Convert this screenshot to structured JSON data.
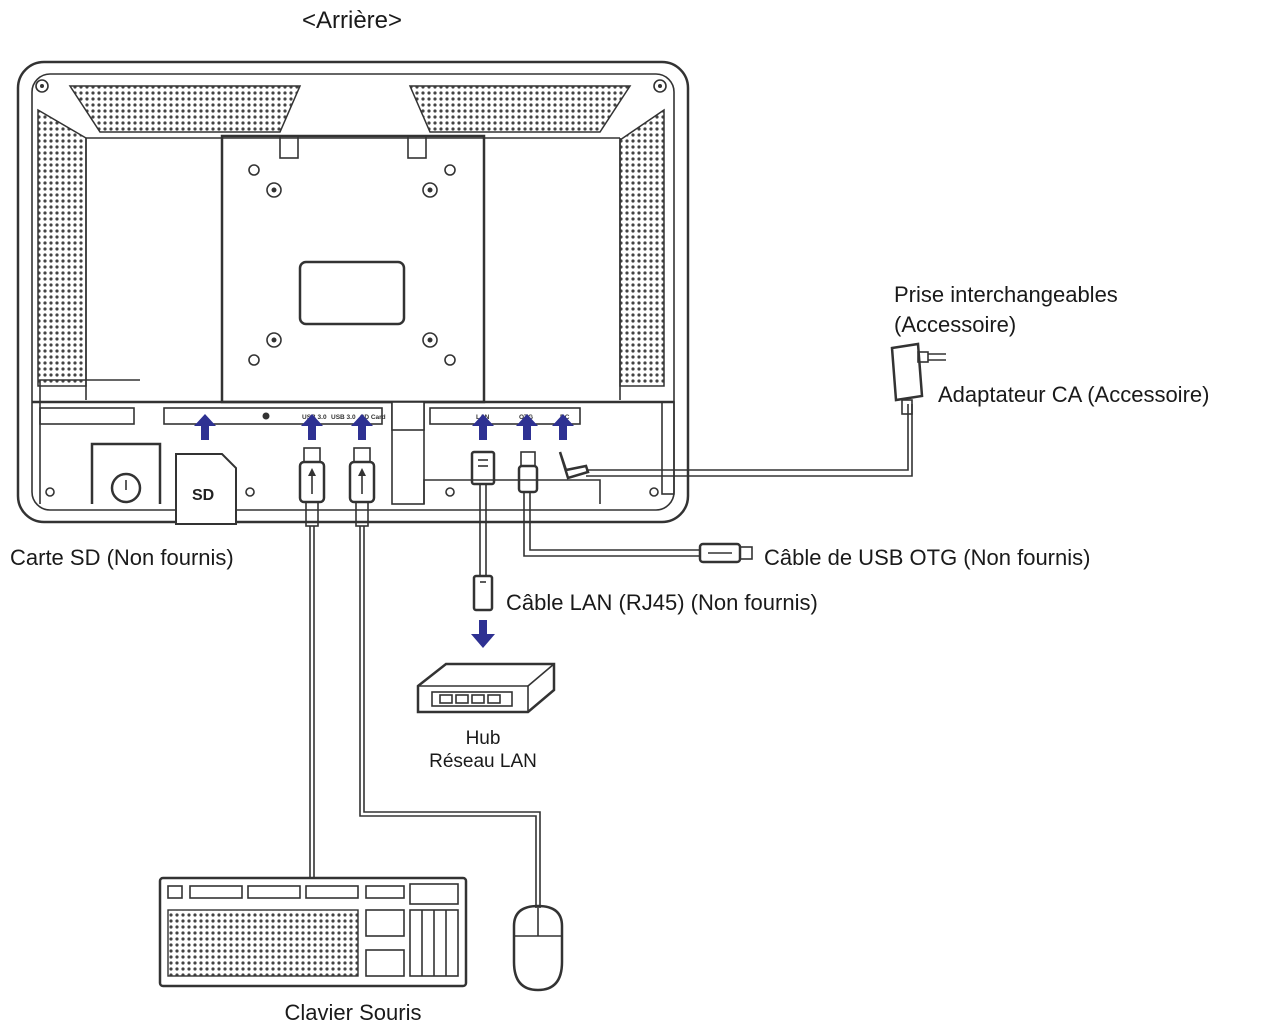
{
  "title": "<Arrière>",
  "ports": {
    "usb1": "USB 3.0",
    "usb2": "USB 3.0",
    "sdcard": "SD Card",
    "lan": "LAN",
    "otg": "OTG",
    "dc": "DC"
  },
  "sd_card_label": "SD",
  "labels": {
    "plug_line1": "Prise interchangeables",
    "plug_line2": "(Accessoire)",
    "adapter": "Adaptateur CA (Accessoire)",
    "sd_card": "Carte SD (Non fournis)",
    "usb_otg_cable": "Câble de USB OTG (Non fournis)",
    "lan_cable": "Câble LAN (RJ45) (Non fournis)",
    "hub_line1": "Hub",
    "hub_line2": "Réseau LAN",
    "keyboard_mouse": "Clavier Souris"
  }
}
